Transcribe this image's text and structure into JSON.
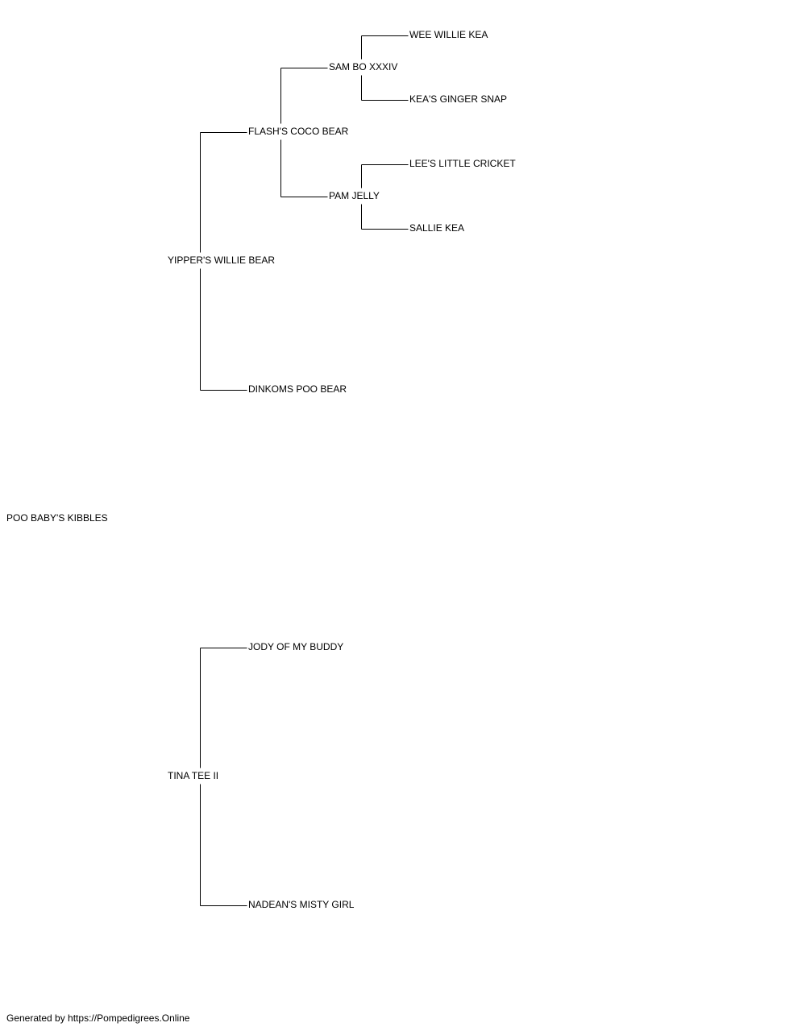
{
  "pedigree": {
    "subject": {
      "name": "POO BABY'S KIBBLES"
    },
    "sire": {
      "name": "YIPPER'S WILLIE BEAR",
      "sire": {
        "name": "FLASH'S COCO BEAR",
        "sire": {
          "name": "SAM BO XXXIV",
          "sire": {
            "name": "WEE WILLIE KEA"
          },
          "dam": {
            "name": "KEA'S GINGER SNAP"
          }
        },
        "dam": {
          "name": "PAM JELLY",
          "sire": {
            "name": "LEE'S LITTLE CRICKET"
          },
          "dam": {
            "name": "SALLIE KEA"
          }
        }
      },
      "dam": {
        "name": "DINKOMS POO BEAR"
      }
    },
    "dam": {
      "name": "TINA TEE II",
      "sire": {
        "name": "JODY OF MY BUDDY"
      },
      "dam": {
        "name": "NADEAN'S MISTY GIRL"
      }
    }
  },
  "footer": {
    "text": "Generated by https://Pompedigrees.Online"
  }
}
